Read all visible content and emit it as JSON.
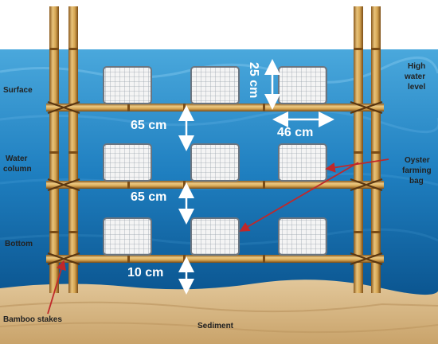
{
  "labels": {
    "surface": "Surface",
    "water_column_1": "Water",
    "water_column_2": "column",
    "bottom": "Bottom",
    "high_water_1": "High",
    "high_water_2": "water",
    "high_water_3": "level",
    "oyster_bag_1": "Oyster",
    "oyster_bag_2": "farming",
    "oyster_bag_3": "bag",
    "bamboo_stakes": "Bamboo stakes",
    "sediment": "Sediment"
  },
  "dimensions": {
    "bag_height": "25 cm",
    "bag_width": "46 cm",
    "gap_upper": "65 cm",
    "gap_middle": "65 cm",
    "gap_bottom": "10 cm"
  },
  "colors": {
    "water_top": "#3f9fd6",
    "water_bottom": "#0d5f9c",
    "sediment": "#d7b98a",
    "bamboo": "#c99a4a",
    "arrow_red": "#c0282a"
  }
}
